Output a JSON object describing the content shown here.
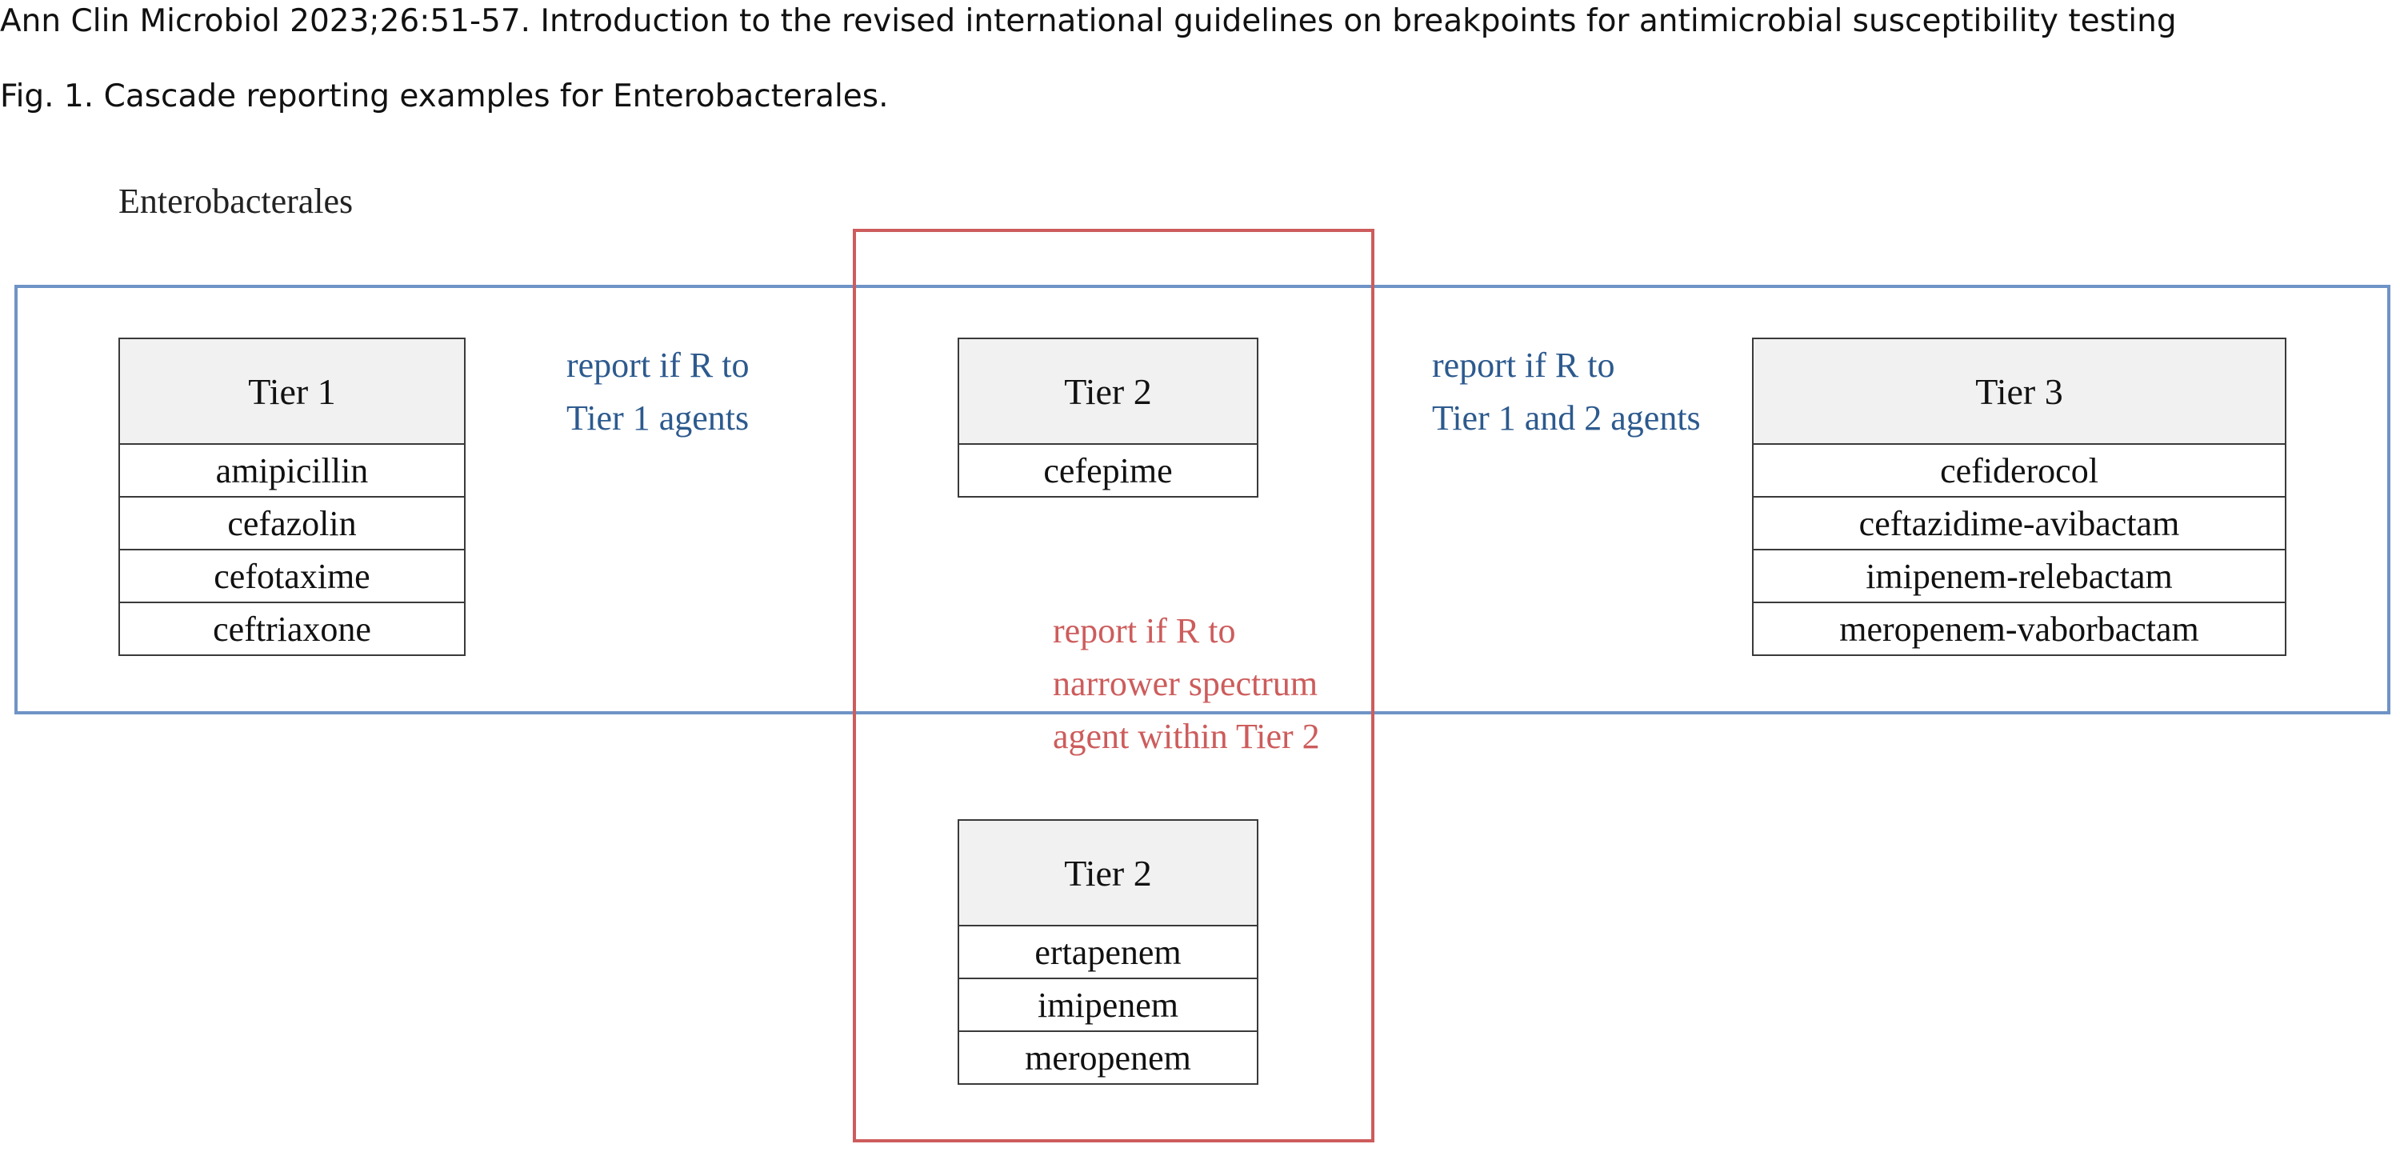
{
  "citation": "Ann Clin Microbiol 2023;26:51-57. Introduction to the revised international guidelines on breakpoints for antimicrobial susceptibility testing",
  "figure_caption": "Fig. 1. Cascade reporting examples for Enterobacterales.",
  "diagram": {
    "group_title": "Enterobacterales",
    "colors": {
      "blue_frame": "#6f93c6",
      "red_frame": "#cd5c5c",
      "blue_text": "#2d5a8e",
      "red_text": "#cd5c5c",
      "header_fill": "#f1f1f1"
    },
    "tier1": {
      "header": "Tier 1",
      "agents": [
        "amipicillin",
        "cefazolin",
        "cefotaxime",
        "ceftriaxone"
      ]
    },
    "tier2_upper": {
      "header": "Tier 2",
      "agents": [
        "cefepime"
      ]
    },
    "tier2_lower": {
      "header": "Tier 2",
      "agents": [
        "ertapenem",
        "imipenem",
        "meropenem"
      ]
    },
    "tier3": {
      "header": "Tier 3",
      "agents": [
        "cefiderocol",
        "ceftazidime-avibactam",
        "imipenem-relebactam",
        "meropenem-vaborbactam"
      ]
    },
    "notes": {
      "tier1_rule": [
        "report if R to",
        "Tier 1 agents"
      ],
      "tier12_rule": [
        "report if R to",
        "Tier 1 and 2 agents"
      ],
      "narrow_rule": [
        "report if R to",
        "narrower spectrum",
        "agent within Tier 2"
      ]
    }
  }
}
